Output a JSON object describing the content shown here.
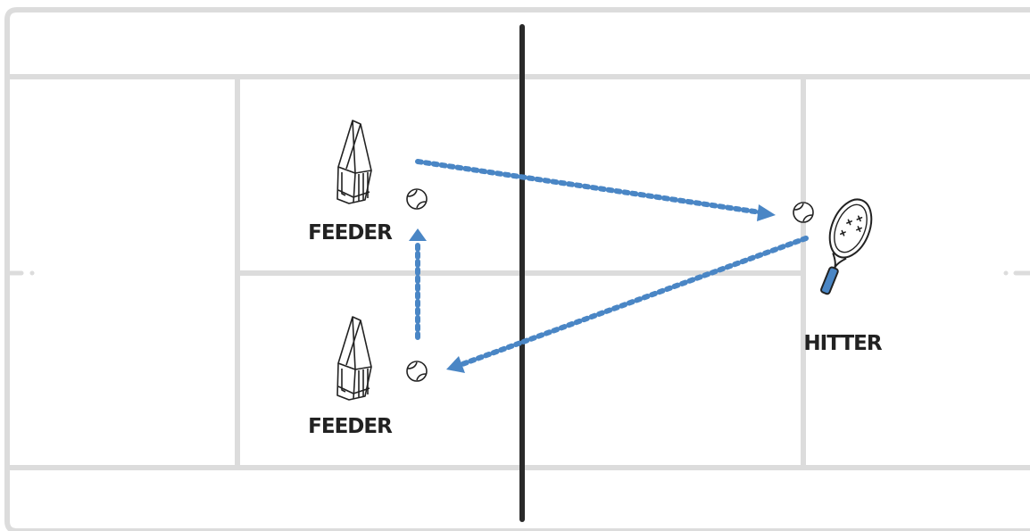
{
  "labels": {
    "feeder_top": "FEEDER",
    "feeder_bottom": "FEEDER",
    "hitter": "HITTER"
  },
  "colors": {
    "court_lines": "#dcdcdc",
    "net": "#2a2a2a",
    "path": "#4a86c5",
    "ink": "#222222",
    "racket_grip": "#4a86c5"
  },
  "icons": {
    "feeder_top": "ball-basket-icon",
    "feeder_bottom": "ball-basket-icon",
    "hitter": "tennis-racket-icon",
    "ball": "tennis-ball-icon"
  }
}
